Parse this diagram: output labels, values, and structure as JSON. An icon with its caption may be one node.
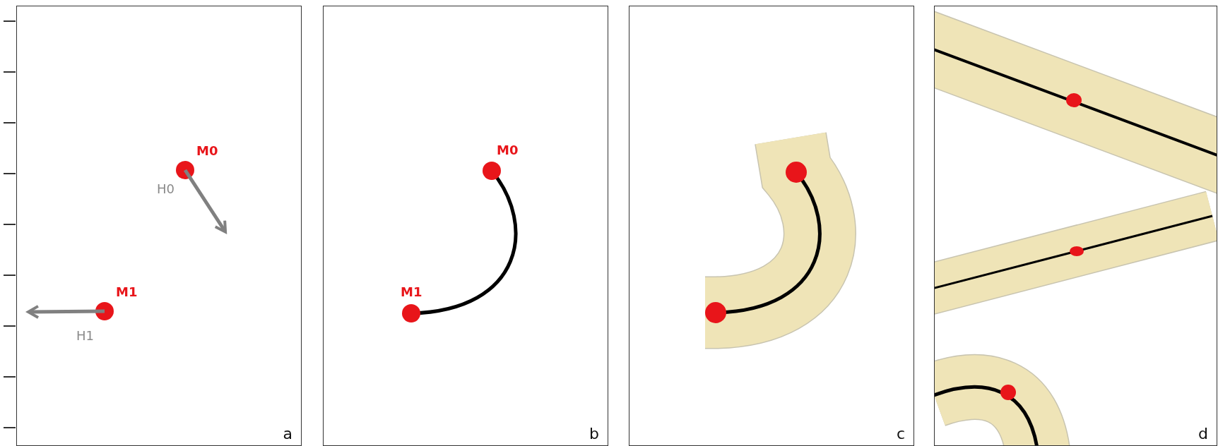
{
  "diagram": {
    "nodes": [
      {
        "text": [
          "a"
        ]
      },
      {
        "text": [
          "b"
        ]
      },
      {
        "text": [
          "c"
        ]
      },
      {
        "text": [
          "d"
        ]
      }
    ],
    "labels": [
      "M0",
      "H0",
      "M1",
      "H1",
      "M0",
      "M1"
    ]
  }
}
